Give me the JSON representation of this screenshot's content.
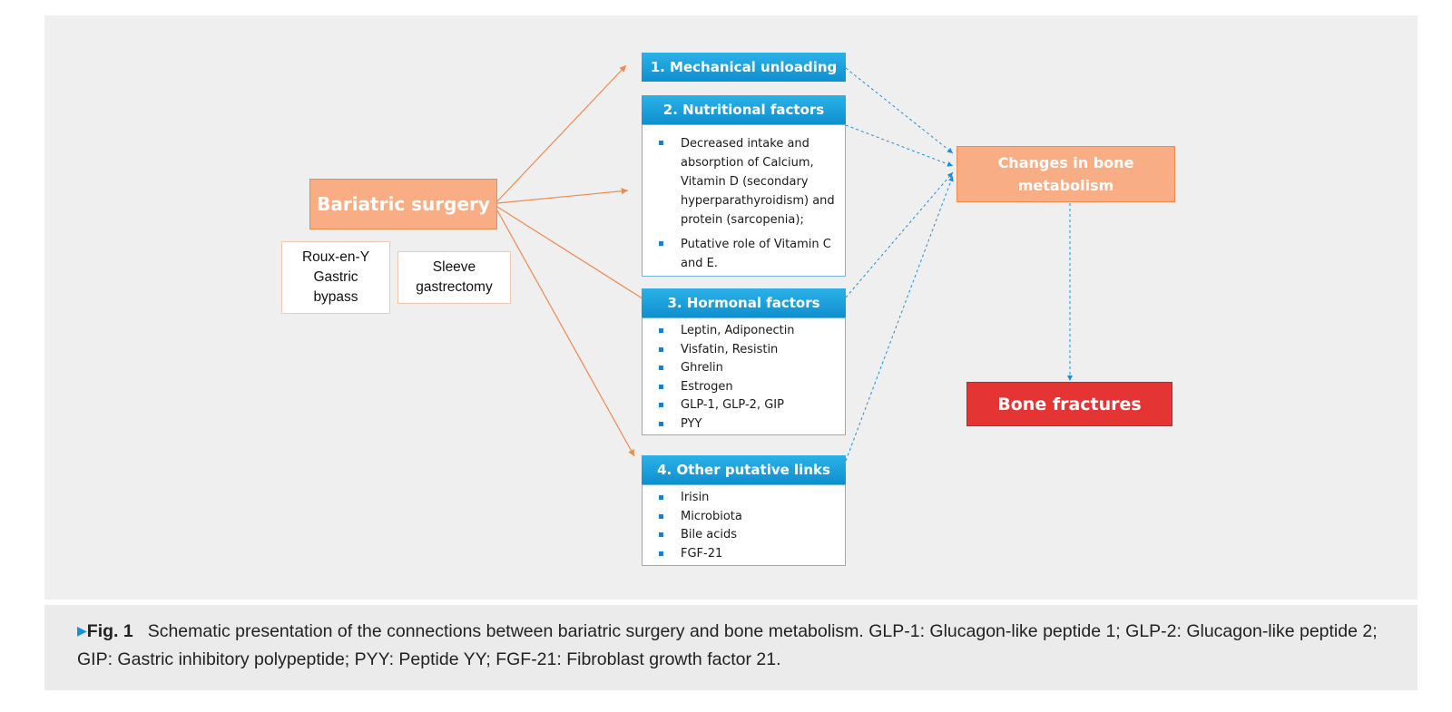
{
  "diagram": {
    "source": "Bariatric surgery",
    "procedures": [
      "Roux-en-Y\nGastric\nbypass",
      "Sleeve\ngastrectomy"
    ],
    "factors": [
      {
        "title": "1. Mechanical unloading",
        "items": []
      },
      {
        "title": "2. Nutritional factors",
        "items": [
          "Decreased intake and absorption of Calcium, Vitamin D (secondary hyperparathyroidism) and protein (sarcopenia);",
          "Putative role of Vitamin C and E."
        ]
      },
      {
        "title": "3. Hormonal factors",
        "items": [
          "Leptin, Adiponectin",
          "Visfatin, Resistin",
          "Ghrelin",
          "Estrogen",
          "GLP-1, GLP-2, GIP",
          "PYY"
        ]
      },
      {
        "title": "4. Other putative links",
        "items": [
          "Irisin",
          "Microbiota",
          "Bile acids",
          "FGF-21"
        ]
      }
    ],
    "outcome": "Changes in bone metabolism",
    "final": "Bone fractures",
    "colors": {
      "orange": "#f8ad85",
      "blue": "#1a9be0",
      "red": "#e43534"
    }
  },
  "caption": {
    "label": "Fig. 1",
    "text": "Schematic presentation of the connections between bariatric surgery and bone metabolism. GLP-1: Glucagon-like peptide 1; GLP-2: Glucagon-like peptide 2; GIP: Gastric inhibitory polypeptide; PYY: Peptide YY; FGF-21: Fibroblast growth factor 21."
  }
}
